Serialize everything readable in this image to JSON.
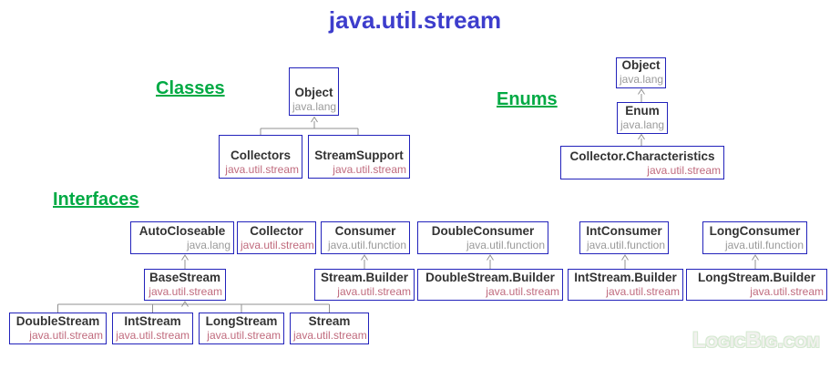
{
  "title": "java.util.stream",
  "sections": {
    "classes": "Classes",
    "enums": "Enums",
    "interfaces": "Interfaces"
  },
  "nodes": {
    "classes_object": {
      "name": "Object",
      "package": "java.lang"
    },
    "collectors": {
      "name": "Collectors",
      "package": "java.util.stream"
    },
    "stream_support": {
      "name": "StreamSupport",
      "package": "java.util.stream"
    },
    "enums_object": {
      "name": "Object",
      "package": "java.lang"
    },
    "enum": {
      "name": "Enum",
      "package": "java.lang"
    },
    "collector_characteristics": {
      "name": "Collector.Characteristics",
      "package": "java.util.stream"
    },
    "autocloseable": {
      "name": "AutoCloseable",
      "package": "java.lang"
    },
    "collector": {
      "name": "Collector",
      "package": "java.util.stream"
    },
    "consumer": {
      "name": "Consumer",
      "package": "java.util.function"
    },
    "double_consumer": {
      "name": "DoubleConsumer",
      "package": "java.util.function"
    },
    "int_consumer": {
      "name": "IntConsumer",
      "package": "java.util.function"
    },
    "long_consumer": {
      "name": "LongConsumer",
      "package": "java.util.function"
    },
    "base_stream": {
      "name": "BaseStream",
      "package": "java.util.stream"
    },
    "stream_builder": {
      "name": "Stream.Builder",
      "package": "java.util.stream"
    },
    "double_stream_builder": {
      "name": "DoubleStream.Builder",
      "package": "java.util.stream"
    },
    "int_stream_builder": {
      "name": "IntStream.Builder",
      "package": "java.util.stream"
    },
    "long_stream_builder": {
      "name": "LongStream.Builder",
      "package": "java.util.stream"
    },
    "double_stream": {
      "name": "DoubleStream",
      "package": "java.util.stream"
    },
    "int_stream": {
      "name": "IntStream",
      "package": "java.util.stream"
    },
    "long_stream": {
      "name": "LongStream",
      "package": "java.util.stream"
    },
    "stream": {
      "name": "Stream",
      "package": "java.util.stream"
    }
  },
  "edges": [
    {
      "child": "Collectors",
      "parent": "Object"
    },
    {
      "child": "StreamSupport",
      "parent": "Object"
    },
    {
      "child": "Enum",
      "parent": "Object"
    },
    {
      "child": "Collector.Characteristics",
      "parent": "Enum"
    },
    {
      "child": "BaseStream",
      "parent": "AutoCloseable"
    },
    {
      "child": "Stream.Builder",
      "parent": "Consumer"
    },
    {
      "child": "DoubleStream.Builder",
      "parent": "DoubleConsumer"
    },
    {
      "child": "IntStream.Builder",
      "parent": "IntConsumer"
    },
    {
      "child": "LongStream.Builder",
      "parent": "LongConsumer"
    },
    {
      "child": "DoubleStream",
      "parent": "BaseStream"
    },
    {
      "child": "IntStream",
      "parent": "BaseStream"
    },
    {
      "child": "LongStream",
      "parent": "BaseStream"
    },
    {
      "child": "Stream",
      "parent": "BaseStream"
    }
  ],
  "watermark": "LogicBig.com",
  "colors": {
    "title": "#3d3dcc",
    "box_border": "#2222bb",
    "class_name": "#333333",
    "package_gray": "#9a9a9a",
    "package_stream": "#c06a7d",
    "section_green": "#00aa44",
    "connector": "#909090"
  }
}
